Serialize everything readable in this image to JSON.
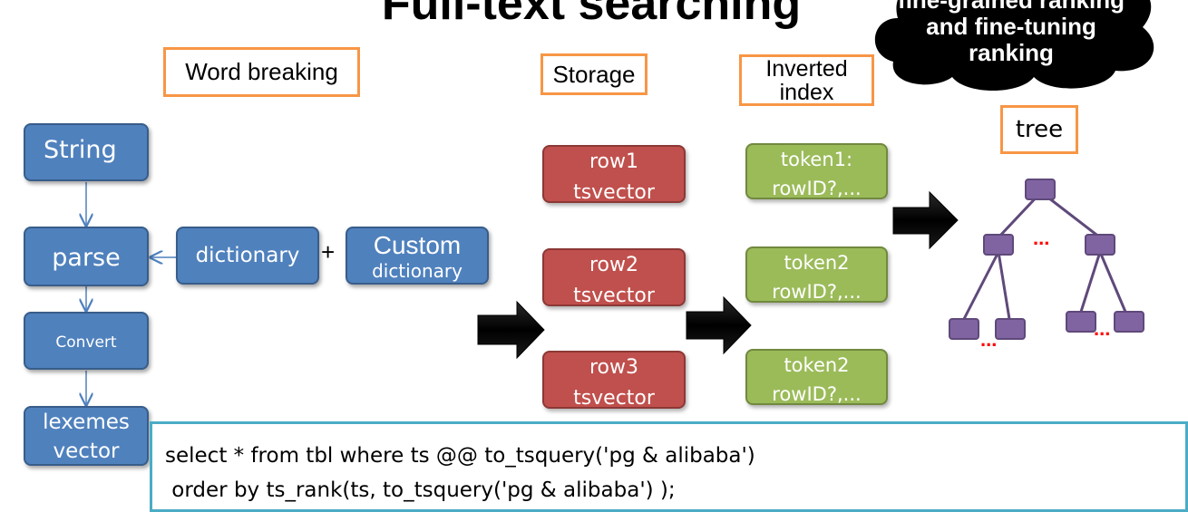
{
  "title": "Full-text searching",
  "cloud": {
    "line1": "fine-grained ranking",
    "line2": "and fine-tuning",
    "line3": "ranking"
  },
  "labels": {
    "word_breaking": "Word breaking",
    "storage": "Storage",
    "inverted_index_line1": "Inverted",
    "inverted_index_line2": "index",
    "tree": "tree"
  },
  "pipeline": {
    "string": "String",
    "parse": "parse",
    "convert": "Convert",
    "lexemes_line1": "lexemes",
    "lexemes_line2": "vector",
    "dictionary": "dictionary",
    "plus": "+",
    "custom_line1": "Custom",
    "custom_line2": "dictionary"
  },
  "storage_rows": [
    {
      "line1": "row1",
      "line2": "tsvector"
    },
    {
      "line1": "row2",
      "line2": "tsvector"
    },
    {
      "line1": "row3",
      "line2": "tsvector"
    }
  ],
  "index_rows": [
    {
      "line1": "token1:",
      "line2": "rowID?,..."
    },
    {
      "line1": "token2",
      "line2": "rowID?,..."
    },
    {
      "line1": "token2",
      "line2": "rowID?,..."
    }
  ],
  "tree_ellipses": [
    "...",
    "...",
    "..."
  ],
  "sql": {
    "line1": "select * from tbl where ts @@ to_tsquery('pg & alibaba')",
    "line2": " order by ts_rank(ts, to_tsquery('pg & alibaba') );"
  },
  "colors": {
    "blue": "#4f81bd",
    "red": "#c0504d",
    "green": "#9bbb59",
    "orange": "#f79646",
    "purple": "#8064a2",
    "teal": "#4bacc6"
  }
}
